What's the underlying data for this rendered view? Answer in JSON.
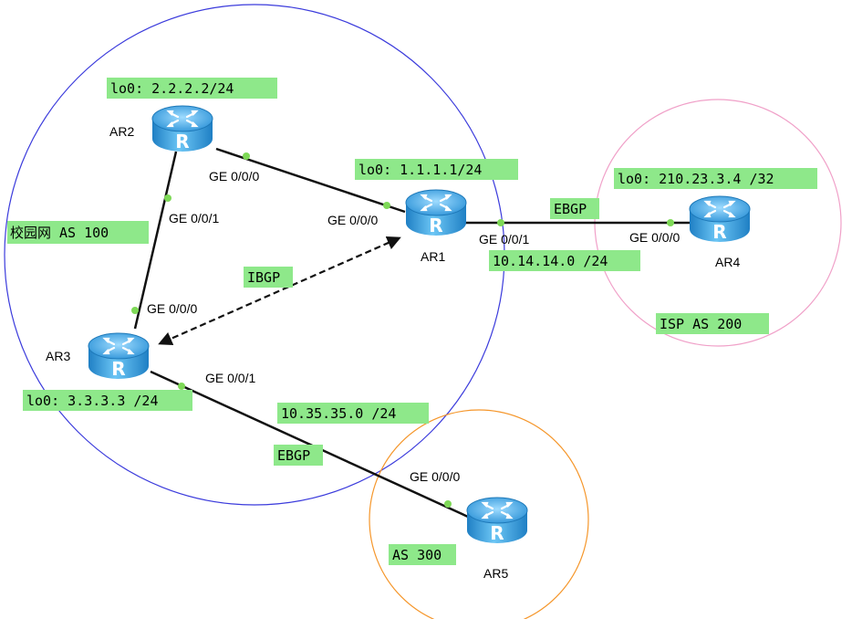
{
  "colors": {
    "campus_circle": "#3b3bdc",
    "isp_circle": "#f0a0c8",
    "as300_circle": "#f5962a",
    "link": "#111111",
    "interface_dot": "#7ed957",
    "tag_background": "#8ee88a",
    "router_body": "#3aa6e6"
  },
  "routers": [
    {
      "id": "ar1",
      "label": "AR1",
      "icon": "router-icon"
    },
    {
      "id": "ar2",
      "label": "AR2",
      "icon": "router-icon"
    },
    {
      "id": "ar3",
      "label": "AR3",
      "icon": "router-icon"
    },
    {
      "id": "ar4",
      "label": "AR4",
      "icon": "router-icon"
    },
    {
      "id": "ar5",
      "label": "AR5",
      "icon": "router-icon"
    }
  ],
  "loopbacks": {
    "ar1": "lo0: 1.1.1.1/24",
    "ar2": "lo0: 2.2.2.2/24",
    "ar3": "lo0: 3.3.3.3 /24",
    "ar4": "lo0: 210.23.3.4 /32"
  },
  "areas": {
    "campus": "校园网 AS 100",
    "isp": "ISP AS 200",
    "as300": "AS 300"
  },
  "interfaces": {
    "ar2_to_ar1": "GE 0/0/0",
    "ar2_to_ar3": "GE 0/0/1",
    "ar1_to_ar2": "GE 0/0/0",
    "ar1_to_ar4": "GE 0/0/1",
    "ar3_to_ar2": "GE 0/0/0",
    "ar3_to_ar5": "GE 0/0/1",
    "ar4_to_ar1": "GE 0/0/0",
    "ar5_to_ar3": "GE 0/0/0"
  },
  "links": {
    "ar1_ar4_subnet": "10.14.14.0 /24",
    "ar3_ar5_subnet": "10.35.35.0 /24",
    "ebgp_ar1_ar4": "EBGP",
    "ebgp_ar3_ar5": "EBGP",
    "ibgp_ar1_ar3": "IBGP"
  }
}
